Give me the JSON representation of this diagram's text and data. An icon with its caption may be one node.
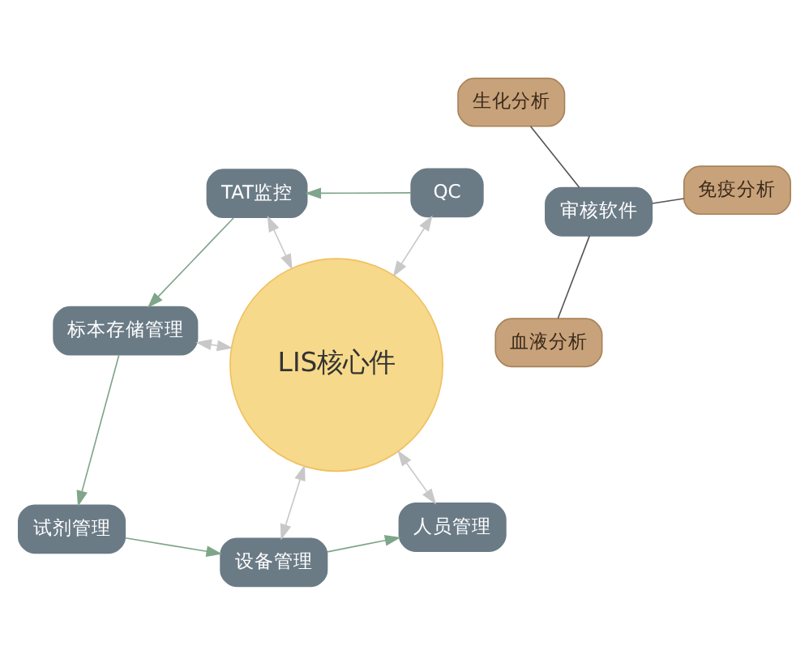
{
  "diagram": {
    "nodes": [
      {
        "text": [
          "LIS核心件"
        ]
      },
      {
        "text": [
          "设备管理"
        ]
      },
      {
        "text": [
          "人员管理"
        ]
      },
      {
        "text": [
          "审核软件"
        ]
      },
      {
        "text": [
          "QC"
        ]
      },
      {
        "text": [
          "TAT监控"
        ]
      },
      {
        "text": [
          "标本存储管理"
        ]
      },
      {
        "text": [
          "试剂管理"
        ]
      },
      {
        "text": [
          "免疫分析"
        ]
      },
      {
        "text": [
          "血液分析"
        ]
      },
      {
        "text": [
          "生化分析"
        ]
      }
    ],
    "edges": [
      {
        "from": 0,
        "to": 1,
        "arrow": "both",
        "color": "#c8c8c8"
      },
      {
        "from": 0,
        "to": 2,
        "arrow": "both",
        "color": "#c8c8c8"
      },
      {
        "from": 0,
        "to": 4,
        "arrow": "both",
        "color": "#c8c8c8"
      },
      {
        "from": 0,
        "to": 5,
        "arrow": "both",
        "color": "#c8c8c8"
      },
      {
        "from": 0,
        "to": 6,
        "arrow": "both",
        "color": "#c8c8c8"
      },
      {
        "from": 7,
        "to": 1,
        "arrow": "to",
        "color": "#7fa58a"
      },
      {
        "from": 1,
        "to": 2,
        "arrow": "to",
        "color": "#7fa58a"
      },
      {
        "from": 4,
        "to": 5,
        "arrow": "to",
        "color": "#7fa58a"
      },
      {
        "from": 5,
        "to": 6,
        "arrow": "to",
        "color": "#7fa58a"
      },
      {
        "from": 6,
        "to": 7,
        "arrow": "to",
        "color": "#7fa58a"
      },
      {
        "from": 3,
        "to": 8,
        "arrow": "none",
        "color": "#555555"
      },
      {
        "from": 3,
        "to": 9,
        "arrow": "none",
        "color": "#555555"
      },
      {
        "from": 3,
        "to": 10,
        "arrow": "none",
        "color": "#555555"
      }
    ]
  }
}
